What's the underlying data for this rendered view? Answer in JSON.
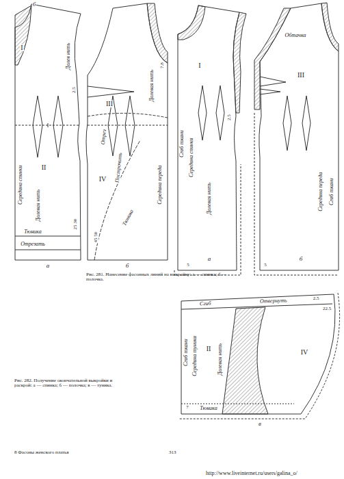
{
  "diagram": {
    "labels": [
      "б",
      "I",
      "Долев нить",
      "2.5",
      "II",
      "Середина спинки",
      "Долевая нить",
      "25 30",
      "Тюника",
      "Отрезать",
      "а",
      "7.8",
      "III",
      "Отрез",
      "Построчить",
      "IV",
      "Долевая нить",
      "Середина переда",
      "Тюника",
      "45 50",
      "б",
      "Рис. 281. Нанесение фасонных линий на выкройку: а — спинка; б — полочка.",
      "I",
      "Сгиб ткани",
      "Середина спинки",
      "Долевая нить",
      "2.5",
      "а",
      "5",
      "Обтачка",
      "III",
      "Середина переда",
      "Сгиб ткани",
      "б",
      "5",
      "Сгиб",
      "Отвернуть",
      "2.5",
      "22.5",
      "Сгиб ткани",
      "Середина туники",
      "II",
      "Долевая нить",
      "IV",
      "Тюника",
      "7",
      "в",
      "Рис. 282. Получение окончательной выкройки и раскрой: а — спинка; б — полочка; в — туника.",
      "8 Фасоны женского платья",
      "313",
      "http://www.liveinternet.ru/users/galina_o/"
    ]
  }
}
